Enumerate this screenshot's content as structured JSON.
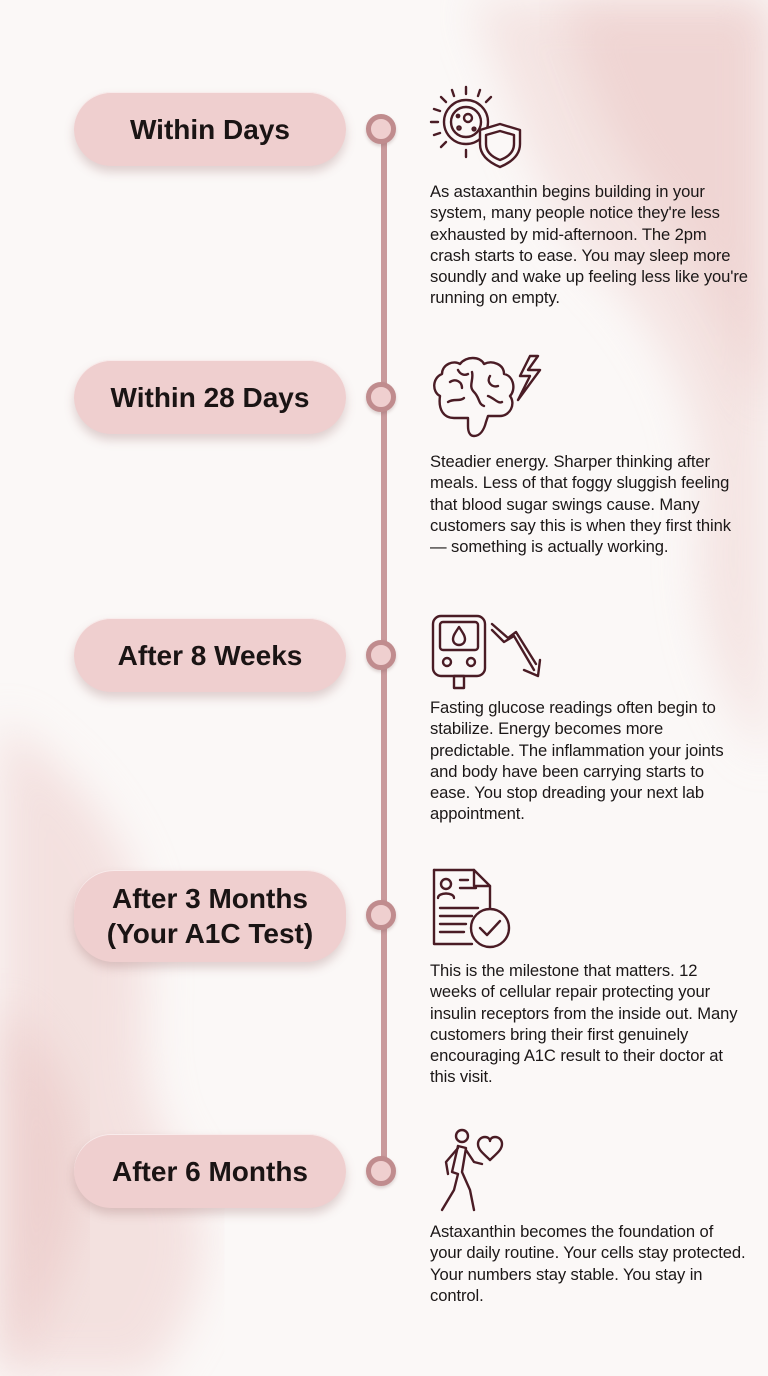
{
  "timeline": {
    "steps": [
      {
        "label_lines": [
          "Within Days"
        ],
        "icon": "cell-shield-icon",
        "description": "As astaxanthin begins building in your system, many people notice they're less exhausted by mid-afternoon. The 2pm crash starts to ease. You may sleep more soundly and wake up feeling less like you're running on empty."
      },
      {
        "label_lines": [
          "Within 28 Days"
        ],
        "icon": "brain-bolt-icon",
        "description": "Steadier energy. Sharper thinking after meals. Less of that foggy sluggish feeling that blood sugar swings cause. Many customers say this is when they first think — something is actually working."
      },
      {
        "label_lines": [
          "After 8 Weeks"
        ],
        "icon": "glucose-meter-down-arrow-icon",
        "description": "Fasting glucose readings often begin to stabilize. Energy becomes more predictable. The inflammation your joints and body have been carrying starts to ease. You stop dreading your next lab appointment."
      },
      {
        "label_lines": [
          "After 3 Months",
          "(Your A1C Test)"
        ],
        "icon": "report-checkmark-icon",
        "description": "This is the milestone that matters. 12 weeks of cellular repair protecting your insulin receptors from the inside out. Many customers bring their first genuinely encouraging A1C result to their doctor at this visit."
      },
      {
        "label_lines": [
          "After 6 Months"
        ],
        "icon": "walking-heart-icon",
        "description": "Astaxanthin becomes the foundation of your daily routine. Your cells stay protected. Your numbers stay stable. You stay in control."
      }
    ]
  },
  "colors": {
    "pill": "#efcfcf",
    "line": "#c99a9c",
    "node_ring": "#c08c8e",
    "icon_stroke": "#4a1c25",
    "text": "#1b1717"
  }
}
